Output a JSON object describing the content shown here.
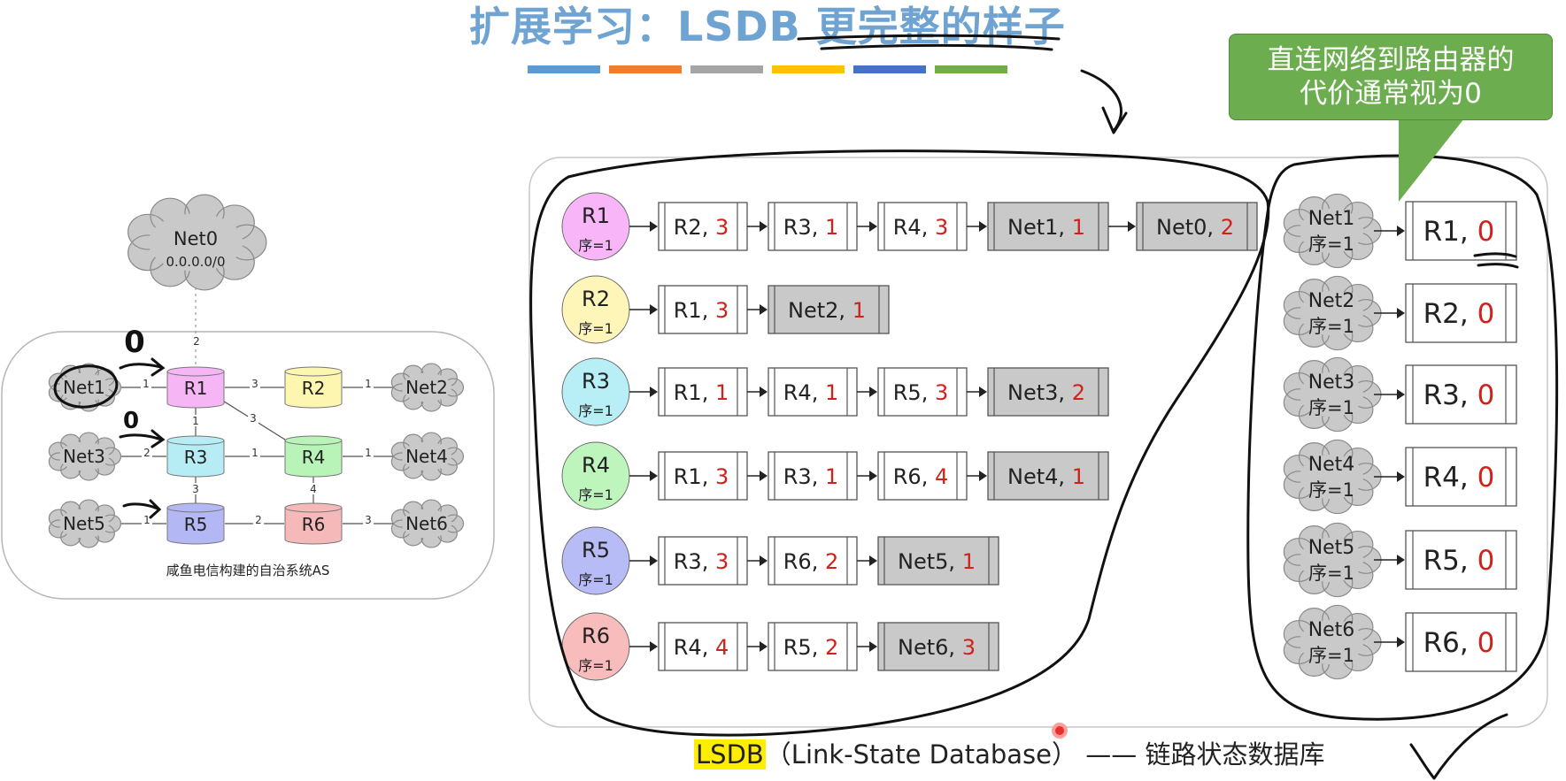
{
  "title": {
    "plain": "扩展学习：",
    "bold": "LSDB",
    "rest": " 更完整的样子"
  },
  "accent_colors": [
    "#5b9bd5",
    "#ed7d31",
    "#a5a5a5",
    "#ffc000",
    "#4472c4",
    "#70ad47"
  ],
  "callout": {
    "line1": "直连网络到路由器的",
    "line2": "代价通常视为0",
    "color": "#6cae4f"
  },
  "topology": {
    "caption": "咸鱼电信构建的自治系统AS",
    "net0": {
      "name": "Net0",
      "addr": "0.0.0.0/0"
    },
    "routers": [
      {
        "name": "R1",
        "color": "#f6b6f6"
      },
      {
        "name": "R2",
        "color": "#fdf6b0"
      },
      {
        "name": "R3",
        "color": "#b6ecf3"
      },
      {
        "name": "R4",
        "color": "#b8f3b8"
      },
      {
        "name": "R5",
        "color": "#b3b8f5"
      },
      {
        "name": "R6",
        "color": "#f6b9b9"
      }
    ],
    "nets": [
      "Net1",
      "Net2",
      "Net3",
      "Net4",
      "Net5",
      "Net6"
    ],
    "link_costs": {
      "net0_r1": "2",
      "net1_r1": "1",
      "r1_r2": "3",
      "r2_net2": "1",
      "r1_r3": "1",
      "r1_r4": "3",
      "net3_r3": "2",
      "r3_r4": "1",
      "r4_net4": "1",
      "r3_r5": "3",
      "r4_r6": "4",
      "net5_r5": "1",
      "r5_r6": "2",
      "r6_net6": "3"
    },
    "annotations": {
      "net1_cost": "0",
      "net3_cost": "0"
    }
  },
  "lsdb": {
    "seq_label": "序=1",
    "routers": [
      {
        "name": "R1",
        "color": "#f8b5f8",
        "links": [
          {
            "to": "R2",
            "cost": "3",
            "is_net": false
          },
          {
            "to": "R3",
            "cost": "1",
            "is_net": false
          },
          {
            "to": "R4",
            "cost": "3",
            "is_net": false
          },
          {
            "to": "Net1",
            "cost": "1",
            "is_net": true
          },
          {
            "to": "Net0",
            "cost": "2",
            "is_net": true
          }
        ]
      },
      {
        "name": "R2",
        "color": "#fdf6b8",
        "links": [
          {
            "to": "R1",
            "cost": "3",
            "is_net": false
          },
          {
            "to": "Net2",
            "cost": "1",
            "is_net": true
          }
        ]
      },
      {
        "name": "R3",
        "color": "#b8eef5",
        "links": [
          {
            "to": "R1",
            "cost": "1",
            "is_net": false
          },
          {
            "to": "R4",
            "cost": "1",
            "is_net": false
          },
          {
            "to": "R5",
            "cost": "3",
            "is_net": false
          },
          {
            "to": "Net3",
            "cost": "2",
            "is_net": true
          }
        ]
      },
      {
        "name": "R4",
        "color": "#bdf5bd",
        "links": [
          {
            "to": "R1",
            "cost": "3",
            "is_net": false
          },
          {
            "to": "R3",
            "cost": "1",
            "is_net": false
          },
          {
            "to": "R6",
            "cost": "4",
            "is_net": false
          },
          {
            "to": "Net4",
            "cost": "1",
            "is_net": true
          }
        ]
      },
      {
        "name": "R5",
        "color": "#b7bcf7",
        "links": [
          {
            "to": "R3",
            "cost": "3",
            "is_net": false
          },
          {
            "to": "R6",
            "cost": "2",
            "is_net": false
          },
          {
            "to": "Net5",
            "cost": "1",
            "is_net": true
          }
        ]
      },
      {
        "name": "R6",
        "color": "#f8bcbc",
        "links": [
          {
            "to": "R4",
            "cost": "4",
            "is_net": false
          },
          {
            "to": "R5",
            "cost": "2",
            "is_net": false
          },
          {
            "to": "Net6",
            "cost": "3",
            "is_net": true
          }
        ]
      }
    ],
    "nets": [
      {
        "name": "Net1",
        "router": "R1",
        "cost": "0"
      },
      {
        "name": "Net2",
        "router": "R2",
        "cost": "0"
      },
      {
        "name": "Net3",
        "router": "R3",
        "cost": "0"
      },
      {
        "name": "Net4",
        "router": "R4",
        "cost": "0"
      },
      {
        "name": "Net5",
        "router": "R5",
        "cost": "0"
      },
      {
        "name": "Net6",
        "router": "R6",
        "cost": "0"
      }
    ]
  },
  "footer": {
    "tag": "LSDB",
    "text": "（Link-State Database） —— 链路状态数据库"
  }
}
